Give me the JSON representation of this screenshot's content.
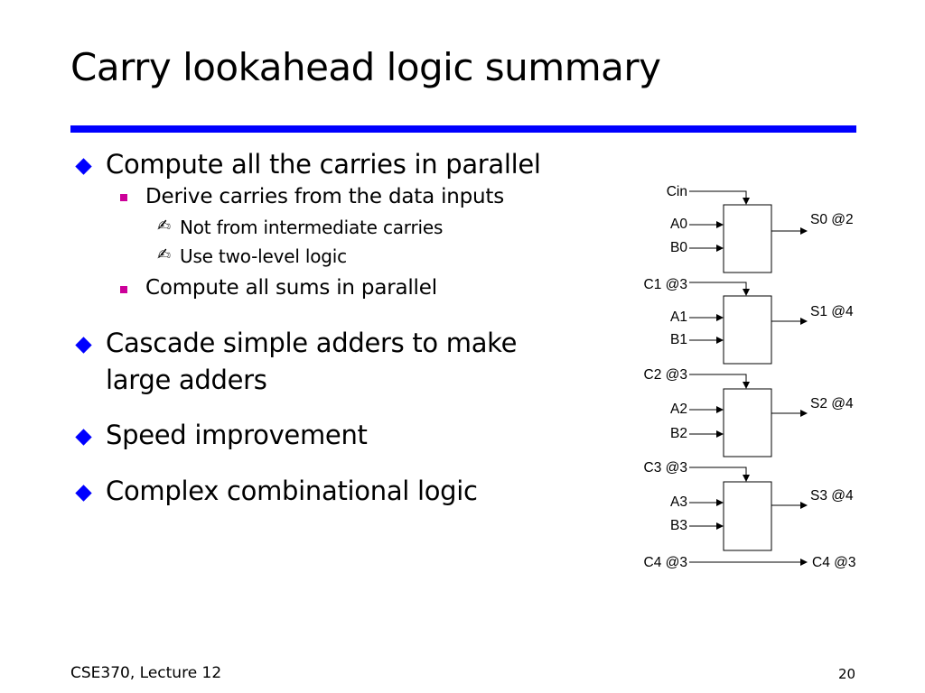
{
  "slide": {
    "title": "Carry lookahead logic summary",
    "bullets": [
      {
        "text": "Compute all the carries in parallel",
        "sub": [
          {
            "text": "Derive carries from the data inputs",
            "sub": [
              "Not from intermediate carries",
              "Use two-level logic"
            ]
          },
          {
            "text": "Compute all sums in parallel"
          }
        ]
      },
      {
        "text_line1": "Cascade simple adders to make",
        "text_line2": "large adders"
      },
      {
        "text": "Speed improvement"
      },
      {
        "text": "Complex combinational logic"
      }
    ],
    "check_glyph": "✍",
    "footer": {
      "course": "CSE370, Lecture 12",
      "page": "20"
    },
    "accent_color": "#0000ff",
    "sub_bullet_color": "#cc0099"
  },
  "diagram": {
    "stages": [
      {
        "carry_in": "Cin",
        "a": "A0",
        "b": "B0",
        "sum": "S0 @2"
      },
      {
        "carry_in": "C1 @3",
        "a": "A1",
        "b": "B1",
        "sum": "S1 @4"
      },
      {
        "carry_in": "C2 @3",
        "a": "A2",
        "b": "B2",
        "sum": "S2 @4"
      },
      {
        "carry_in": "C3 @3",
        "a": "A3",
        "b": "B3",
        "sum": "S3 @4"
      }
    ],
    "carry_out_in": "C4 @3",
    "carry_out_out": "C4 @3"
  }
}
